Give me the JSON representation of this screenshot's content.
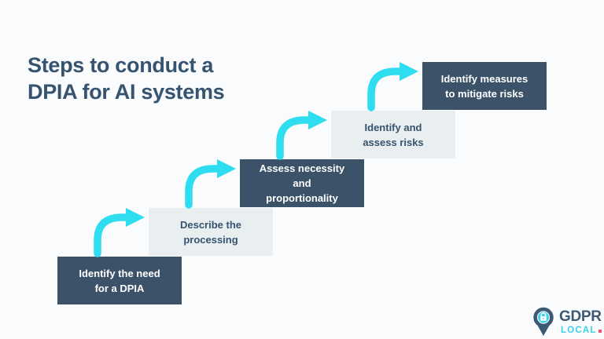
{
  "title": "Steps to conduct a\nDPIA for AI systems",
  "steps": [
    {
      "text": "Identify the need\nfor a DPIA",
      "variant": "dark"
    },
    {
      "text": "Describe the\nprocessing",
      "variant": "light"
    },
    {
      "text": "Assess necessity\nand\nproportionality",
      "variant": "dark"
    },
    {
      "text": "Identify and\nassess risks",
      "variant": "light"
    },
    {
      "text": "Identify measures\nto mitigate risks",
      "variant": "dark"
    }
  ],
  "logo": {
    "brand": "GDPR",
    "sub": "LOCAL",
    "icons": [
      "map-pin-icon",
      "padlock-icon"
    ]
  },
  "colors": {
    "background": "#F9FBFC",
    "navy": "#3B5269",
    "title": "#36536F",
    "light-box": "#E9EEF1",
    "accent": "#2EDDEF",
    "logo-navy": "#3E5975",
    "logo-cyan": "#3ED2E6",
    "pink": "#F2506E"
  }
}
